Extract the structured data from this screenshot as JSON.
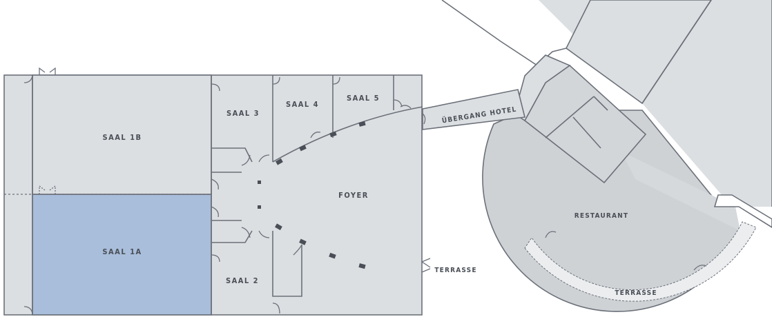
{
  "floorplan": {
    "rooms": {
      "saal_1b": "SAAL 1B",
      "saal_1a": "SAAL 1A",
      "saal_2": "SAAL 2",
      "saal_3": "SAAL 3",
      "saal_4": "SAAL 4",
      "saal_5": "SAAL 5",
      "foyer": "FOYER",
      "terrasse_main": "TERRASSE",
      "uebergang_hotel": "ÜBERGANG HOTEL",
      "restaurant": "RESTAURANT",
      "terrasse_restaurant": "TERRASSE"
    },
    "colors": {
      "room_fill": "#dcdfe2",
      "highlight_fill": "#a9bedb",
      "restaurant_fill": "#cfd2d5",
      "terrace_fill": "#ebedef",
      "wall": "#6b7079",
      "label": "#4a4f57"
    },
    "highlighted_room": "saal_1a"
  }
}
